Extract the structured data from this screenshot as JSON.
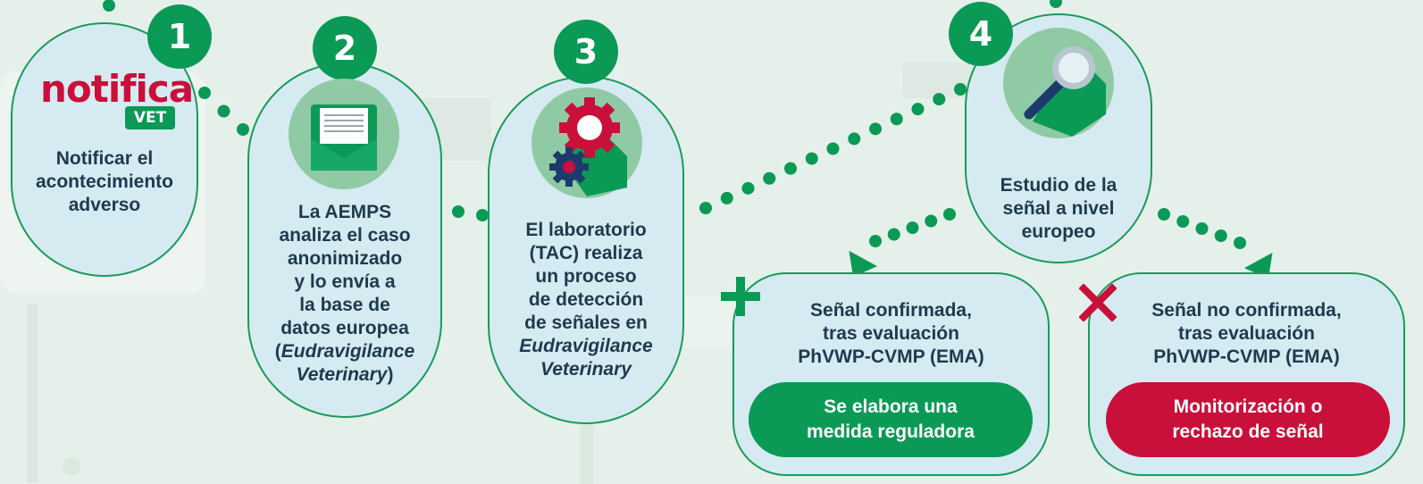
{
  "colors": {
    "green": "#0b9956",
    "red": "#c8103a",
    "card_fill": "#d6eaf2",
    "text": "#1e3a4d",
    "background": "#e5f0ea"
  },
  "logo": {
    "brand": "notifica",
    "sub": "VET"
  },
  "steps": [
    {
      "number": "1",
      "icon": "notificavet-logo",
      "lines": [
        "Notificar el",
        "acontecimiento",
        "adverso"
      ]
    },
    {
      "number": "2",
      "icon": "envelope-icon",
      "lines": [
        "La AEMPS",
        "analiza el caso",
        "anonimizado",
        "y lo envía a",
        "la base de",
        "datos europea"
      ],
      "italic_prefix": "(",
      "italic": "Eudravigilance Veterinary",
      "italic_suffix": ")"
    },
    {
      "number": "3",
      "icon": "gears-icon",
      "lines": [
        "El laboratorio",
        "(TAC) realiza",
        "un proceso",
        "de detección",
        "de señales en"
      ],
      "italic_line_1": "Eudravigilance",
      "italic_line_2": "Veterinary"
    },
    {
      "number": "4",
      "icon": "magnifier-icon",
      "lines": [
        "Estudio de la",
        "señal a nivel",
        "europeo"
      ]
    }
  ],
  "outcomes": [
    {
      "symbol": "plus",
      "lines": [
        "Señal confirmada,",
        "tras evaluación",
        "PhVWP-CVMP (EMA)"
      ],
      "action": [
        "Se elabora una",
        "medida reguladora"
      ]
    },
    {
      "symbol": "cross",
      "lines": [
        "Señal no confirmada,",
        "tras evaluación",
        "PhVWP-CVMP (EMA)"
      ],
      "action": [
        "Monitorización o",
        "rechazo de señal"
      ]
    }
  ]
}
